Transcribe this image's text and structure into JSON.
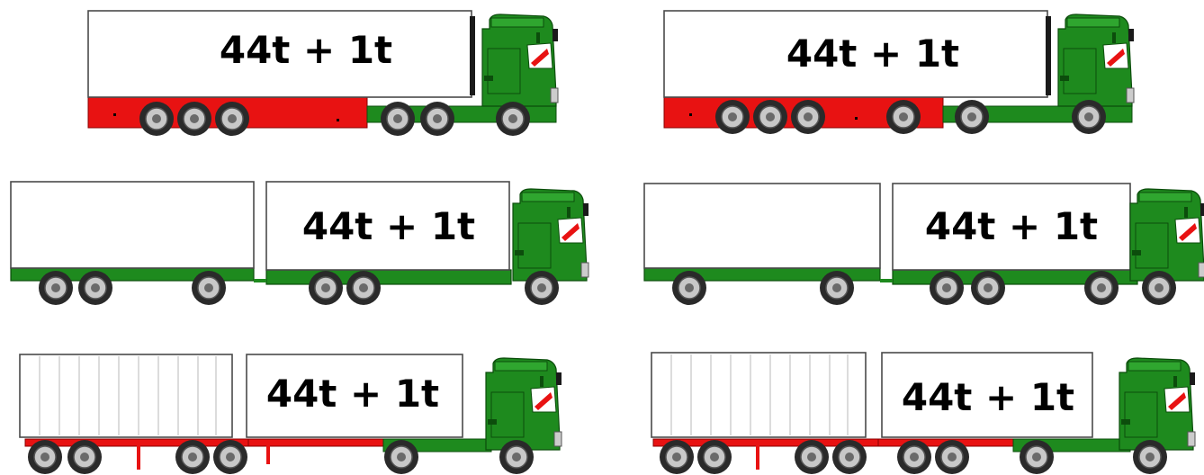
{
  "colors": {
    "cab": "#1e8a1e",
    "cab_dark": "#0c4d0c",
    "chassis_red": "#e81212",
    "chassis_green": "#1e8a1e",
    "body": "#ffffff"
  },
  "vehicles": [
    {
      "label": "44t + 1t"
    },
    {
      "label": "44t + 1t"
    },
    {
      "label": "44t + 1t"
    },
    {
      "label": "44t + 1t"
    },
    {
      "label": "44t + 1t"
    },
    {
      "label": "44t + 1t"
    }
  ]
}
